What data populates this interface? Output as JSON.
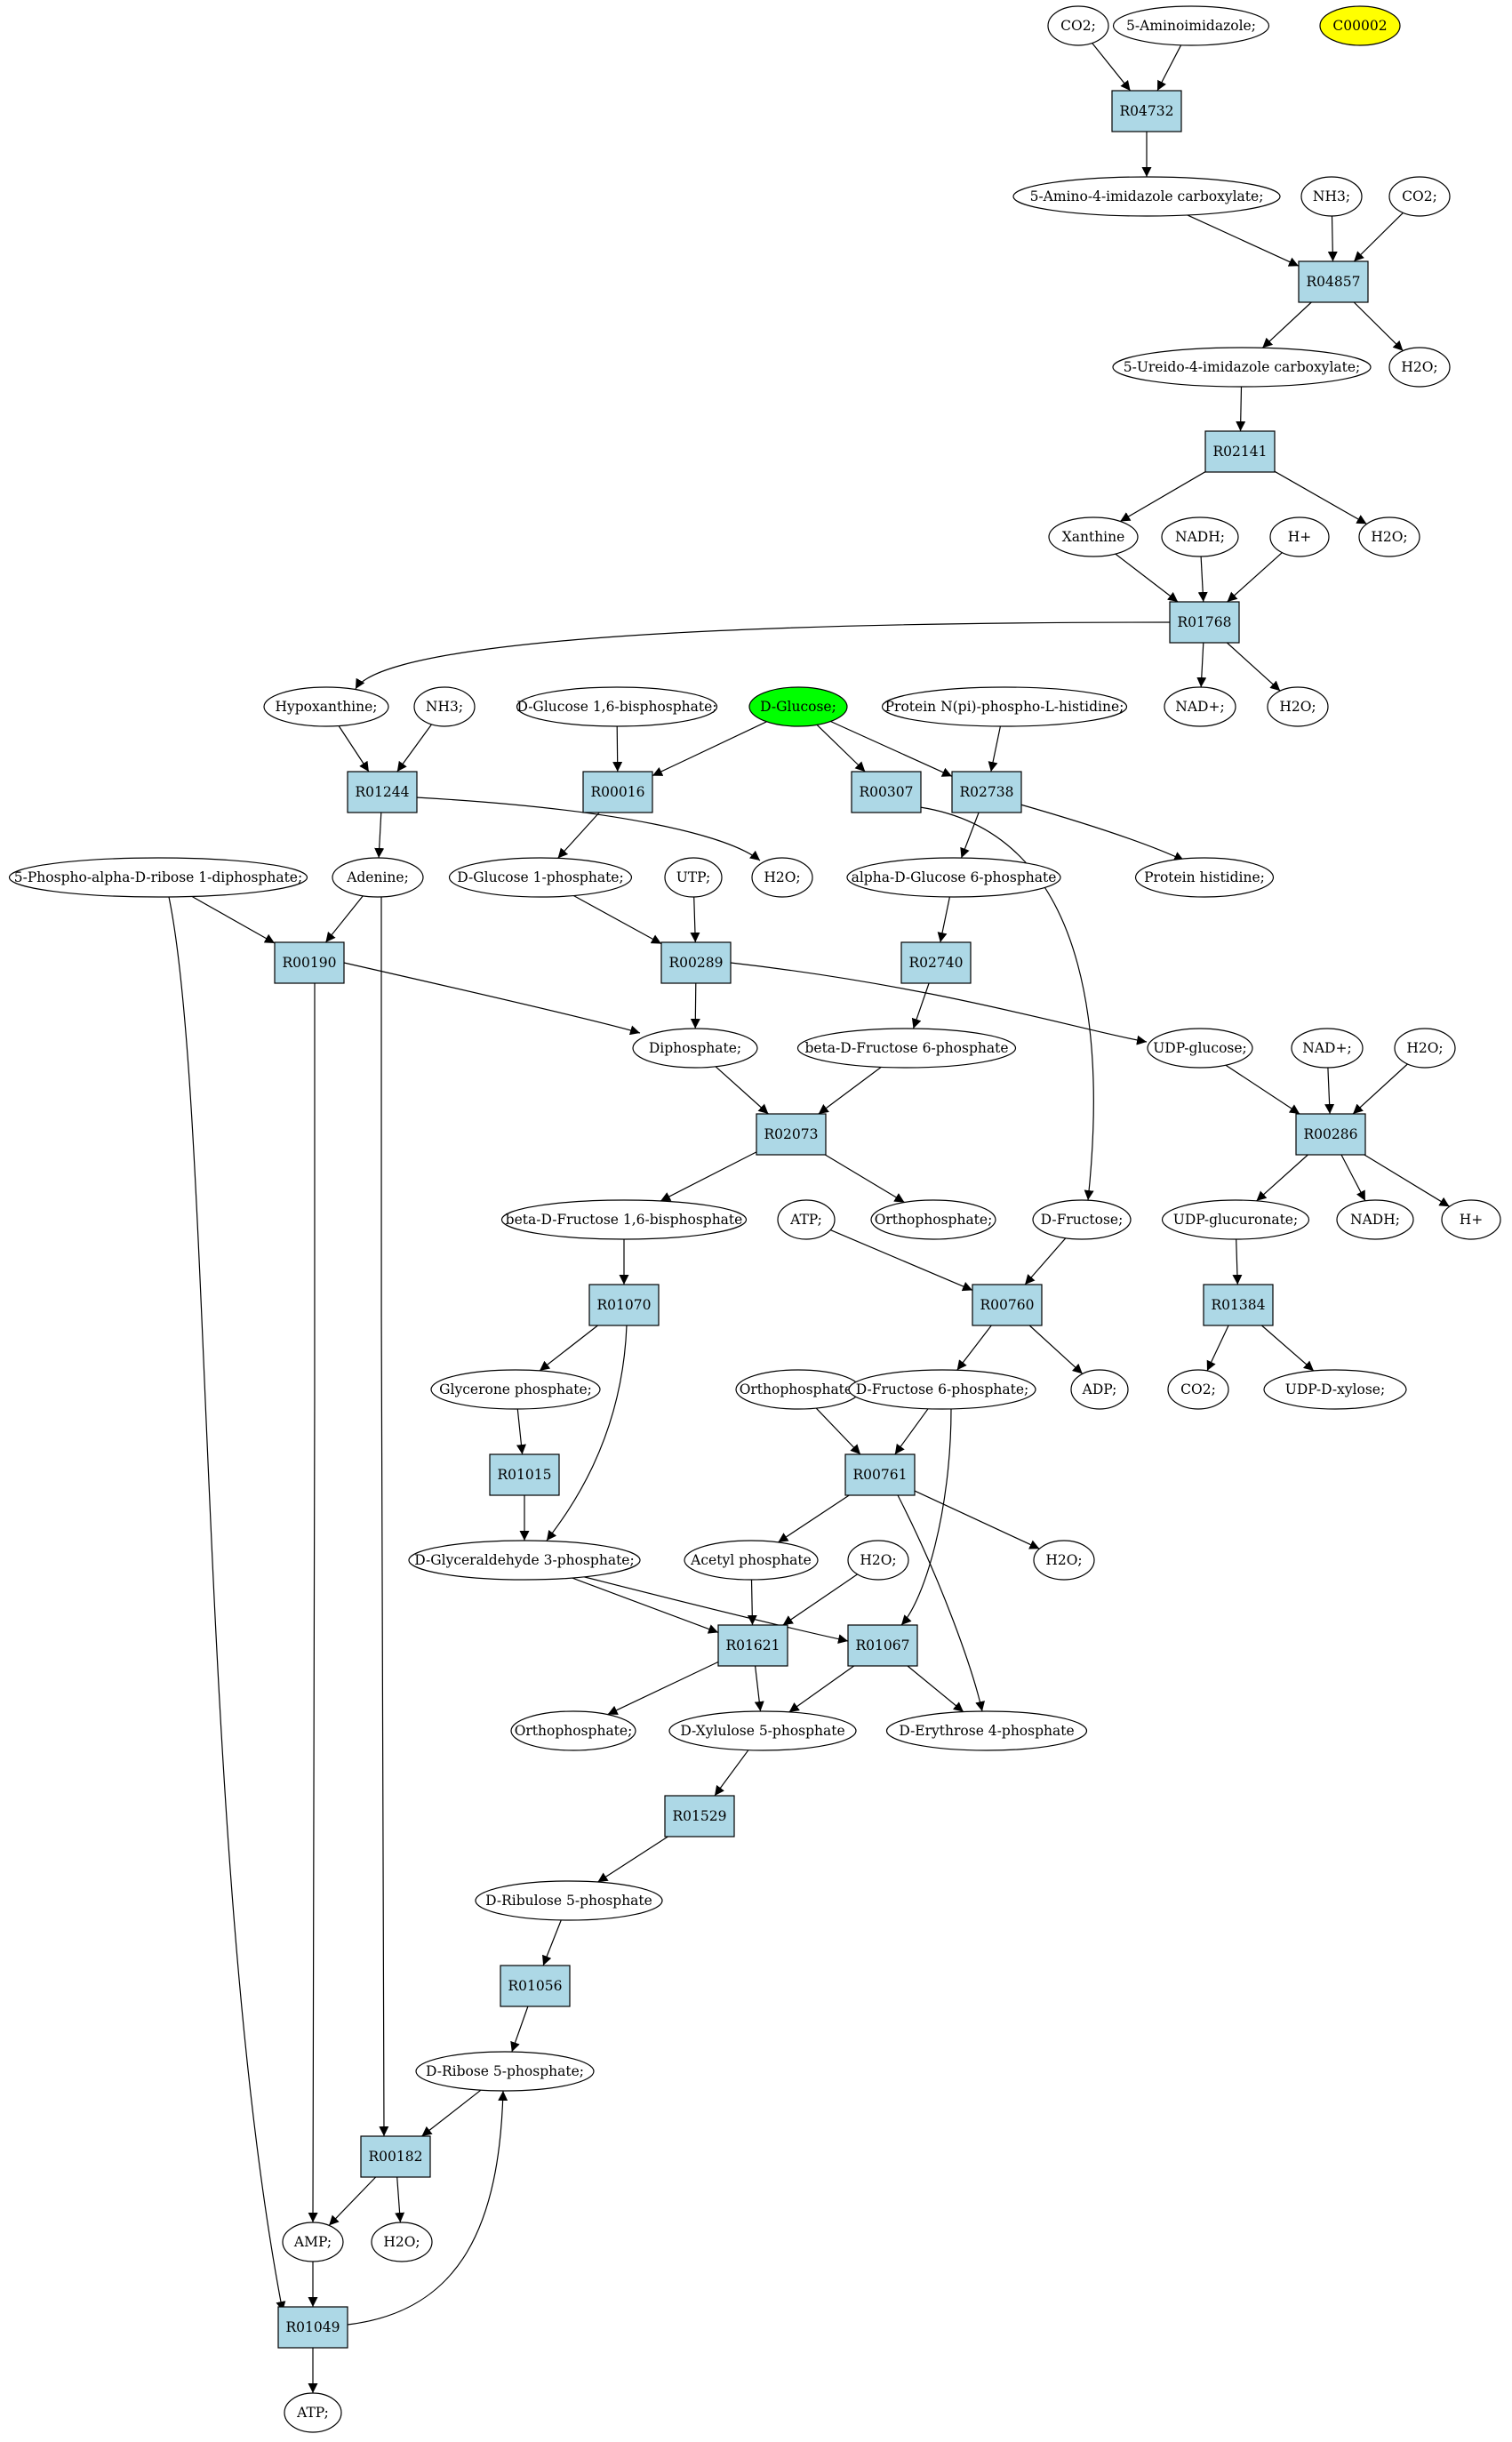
{
  "colors": {
    "reaction_fill": "#add8e6",
    "compound_fill": "#ffffff",
    "d_glucose_fill": "#00ff00",
    "c00002_fill": "#ffff00",
    "stroke": "#000000"
  },
  "nodes": [
    {
      "id": "co2_a",
      "label": "CO2;",
      "kind": "compound"
    },
    {
      "id": "aminoimidazole",
      "label": "5-Aminoimidazole;",
      "kind": "compound"
    },
    {
      "id": "c00002",
      "label": "C00002",
      "kind": "compound",
      "fill": "#ffff00"
    },
    {
      "id": "r04732",
      "label": "R04732",
      "kind": "reaction"
    },
    {
      "id": "amino_imidazole_carboxylate",
      "label": "5-Amino-4-imidazole carboxylate;",
      "kind": "compound"
    },
    {
      "id": "nh3_a",
      "label": "NH3;",
      "kind": "compound"
    },
    {
      "id": "co2_b",
      "label": "CO2;",
      "kind": "compound"
    },
    {
      "id": "r04857",
      "label": "R04857",
      "kind": "reaction"
    },
    {
      "id": "ureido_imidazole_carboxylate",
      "label": "5-Ureido-4-imidazole carboxylate;",
      "kind": "compound"
    },
    {
      "id": "h2o_a",
      "label": "H2O;",
      "kind": "compound"
    },
    {
      "id": "r02141",
      "label": "R02141",
      "kind": "reaction"
    },
    {
      "id": "xanthine",
      "label": "Xanthine",
      "kind": "compound"
    },
    {
      "id": "nadh_a",
      "label": "NADH;",
      "kind": "compound"
    },
    {
      "id": "hplus_a",
      "label": "H+",
      "kind": "compound"
    },
    {
      "id": "h2o_b",
      "label": "H2O;",
      "kind": "compound"
    },
    {
      "id": "r01768",
      "label": "R01768",
      "kind": "reaction"
    },
    {
      "id": "hypoxanthine",
      "label": "Hypoxanthine;",
      "kind": "compound"
    },
    {
      "id": "nh3_b",
      "label": "NH3;",
      "kind": "compound"
    },
    {
      "id": "dglucose_bisphosphate",
      "label": "D-Glucose 1,6-bisphosphate;",
      "kind": "compound"
    },
    {
      "id": "dglucose",
      "label": "D-Glucose;",
      "kind": "compound",
      "fill": "#00ff00"
    },
    {
      "id": "protein_phospho_histidine",
      "label": "Protein N(pi)-phospho-L-histidine;",
      "kind": "compound"
    },
    {
      "id": "nadplus_a",
      "label": "NAD+;",
      "kind": "compound"
    },
    {
      "id": "h2o_c",
      "label": "H2O;",
      "kind": "compound"
    },
    {
      "id": "r01244",
      "label": "R01244",
      "kind": "reaction"
    },
    {
      "id": "r00016",
      "label": "R00016",
      "kind": "reaction"
    },
    {
      "id": "r00307",
      "label": "R00307",
      "kind": "reaction"
    },
    {
      "id": "r02738",
      "label": "R02738",
      "kind": "reaction"
    },
    {
      "id": "prpp",
      "label": "5-Phospho-alpha-D-ribose 1-diphosphate;",
      "kind": "compound"
    },
    {
      "id": "adenine",
      "label": "Adenine;",
      "kind": "compound"
    },
    {
      "id": "dglucose_1p",
      "label": "D-Glucose 1-phosphate;",
      "kind": "compound"
    },
    {
      "id": "utp",
      "label": "UTP;",
      "kind": "compound"
    },
    {
      "id": "h2o_d",
      "label": "H2O;",
      "kind": "compound"
    },
    {
      "id": "alpha_glucose_6p",
      "label": "alpha-D-Glucose 6-phosphate",
      "kind": "compound"
    },
    {
      "id": "protein_histidine",
      "label": "Protein histidine;",
      "kind": "compound"
    },
    {
      "id": "r00190",
      "label": "R00190",
      "kind": "reaction"
    },
    {
      "id": "r00289",
      "label": "R00289",
      "kind": "reaction"
    },
    {
      "id": "r02740",
      "label": "R02740",
      "kind": "reaction"
    },
    {
      "id": "diphosphate",
      "label": "Diphosphate;",
      "kind": "compound"
    },
    {
      "id": "beta_fructose_6p",
      "label": "beta-D-Fructose 6-phosphate",
      "kind": "compound"
    },
    {
      "id": "udp_glucose",
      "label": "UDP-glucose;",
      "kind": "compound"
    },
    {
      "id": "nadplus_b",
      "label": "NAD+;",
      "kind": "compound"
    },
    {
      "id": "h2o_e",
      "label": "H2O;",
      "kind": "compound"
    },
    {
      "id": "r02073",
      "label": "R02073",
      "kind": "reaction"
    },
    {
      "id": "r00286",
      "label": "R00286",
      "kind": "reaction"
    },
    {
      "id": "beta_fructose_16bp",
      "label": "beta-D-Fructose 1,6-bisphosphate",
      "kind": "compound"
    },
    {
      "id": "orthophosphate_a",
      "label": "Orthophosphate;",
      "kind": "compound"
    },
    {
      "id": "atp_a",
      "label": "ATP;",
      "kind": "compound"
    },
    {
      "id": "dfructose",
      "label": "D-Fructose;",
      "kind": "compound"
    },
    {
      "id": "udp_glucuronate",
      "label": "UDP-glucuronate;",
      "kind": "compound"
    },
    {
      "id": "nadh_b",
      "label": "NADH;",
      "kind": "compound"
    },
    {
      "id": "hplus_b",
      "label": "H+",
      "kind": "compound"
    },
    {
      "id": "r01070",
      "label": "R01070",
      "kind": "reaction"
    },
    {
      "id": "r00760",
      "label": "R00760",
      "kind": "reaction"
    },
    {
      "id": "r01384",
      "label": "R01384",
      "kind": "reaction"
    },
    {
      "id": "glycerone_phosphate",
      "label": "Glycerone phosphate;",
      "kind": "compound"
    },
    {
      "id": "orthophosphate_b",
      "label": "Orthophosphate;",
      "kind": "compound"
    },
    {
      "id": "dfructose_6p",
      "label": "D-Fructose 6-phosphate;",
      "kind": "compound"
    },
    {
      "id": "adp",
      "label": "ADP;",
      "kind": "compound"
    },
    {
      "id": "co2_c",
      "label": "CO2;",
      "kind": "compound"
    },
    {
      "id": "udp_xylose",
      "label": "UDP-D-xylose;",
      "kind": "compound"
    },
    {
      "id": "r01015",
      "label": "R01015",
      "kind": "reaction"
    },
    {
      "id": "r00761",
      "label": "R00761",
      "kind": "reaction"
    },
    {
      "id": "glyceraldehyde_3p",
      "label": "D-Glyceraldehyde 3-phosphate;",
      "kind": "compound"
    },
    {
      "id": "acetyl_phosphate",
      "label": "Acetyl phosphate",
      "kind": "compound"
    },
    {
      "id": "h2o_f",
      "label": "H2O;",
      "kind": "compound"
    },
    {
      "id": "h2o_g",
      "label": "H2O;",
      "kind": "compound"
    },
    {
      "id": "r01621",
      "label": "R01621",
      "kind": "reaction"
    },
    {
      "id": "r01067",
      "label": "R01067",
      "kind": "reaction"
    },
    {
      "id": "orthophosphate_c",
      "label": "Orthophosphate;",
      "kind": "compound"
    },
    {
      "id": "dxylulose_5p",
      "label": "D-Xylulose 5-phosphate",
      "kind": "compound"
    },
    {
      "id": "derythrose_4p",
      "label": "D-Erythrose 4-phosphate",
      "kind": "compound"
    },
    {
      "id": "r01529",
      "label": "R01529",
      "kind": "reaction"
    },
    {
      "id": "dribulose_5p",
      "label": "D-Ribulose 5-phosphate",
      "kind": "compound"
    },
    {
      "id": "r01056",
      "label": "R01056",
      "kind": "reaction"
    },
    {
      "id": "dribose_5p",
      "label": "D-Ribose 5-phosphate;",
      "kind": "compound"
    },
    {
      "id": "r00182",
      "label": "R00182",
      "kind": "reaction"
    },
    {
      "id": "amp",
      "label": "AMP;",
      "kind": "compound"
    },
    {
      "id": "h2o_h",
      "label": "H2O;",
      "kind": "compound"
    },
    {
      "id": "r01049",
      "label": "R01049",
      "kind": "reaction"
    },
    {
      "id": "atp_b",
      "label": "ATP;",
      "kind": "compound"
    }
  ],
  "edges": [
    [
      "co2_a",
      "r04732"
    ],
    [
      "aminoimidazole",
      "r04732"
    ],
    [
      "r04732",
      "amino_imidazole_carboxylate"
    ],
    [
      "amino_imidazole_carboxylate",
      "r04857"
    ],
    [
      "nh3_a",
      "r04857"
    ],
    [
      "co2_b",
      "r04857"
    ],
    [
      "r04857",
      "ureido_imidazole_carboxylate"
    ],
    [
      "r04857",
      "h2o_a"
    ],
    [
      "ureido_imidazole_carboxylate",
      "r02141"
    ],
    [
      "r02141",
      "xanthine"
    ],
    [
      "r02141",
      "h2o_b"
    ],
    [
      "xanthine",
      "r01768"
    ],
    [
      "nadh_a",
      "r01768"
    ],
    [
      "hplus_a",
      "r01768"
    ],
    [
      "r01768",
      "hypoxanthine"
    ],
    [
      "r01768",
      "nadplus_a"
    ],
    [
      "r01768",
      "h2o_c"
    ],
    [
      "hypoxanthine",
      "r01244"
    ],
    [
      "nh3_b",
      "r01244"
    ],
    [
      "r01244",
      "adenine"
    ],
    [
      "r01244",
      "h2o_d"
    ],
    [
      "dglucose_bisphosphate",
      "r00016"
    ],
    [
      "dglucose",
      "r00016"
    ],
    [
      "dglucose",
      "r00307"
    ],
    [
      "dglucose",
      "r02738"
    ],
    [
      "protein_phospho_histidine",
      "r02738"
    ],
    [
      "r00016",
      "dglucose_1p"
    ],
    [
      "r02738",
      "alpha_glucose_6p"
    ],
    [
      "r02738",
      "protein_histidine"
    ],
    [
      "r00307",
      "dfructose"
    ],
    [
      "prpp",
      "r00190"
    ],
    [
      "prpp",
      "r01049"
    ],
    [
      "adenine",
      "r00190"
    ],
    [
      "adenine",
      "r00182"
    ],
    [
      "r00190",
      "amp"
    ],
    [
      "r00190",
      "diphosphate"
    ],
    [
      "dglucose_1p",
      "r00289"
    ],
    [
      "utp",
      "r00289"
    ],
    [
      "r00289",
      "diphosphate"
    ],
    [
      "r00289",
      "udp_glucose"
    ],
    [
      "alpha_glucose_6p",
      "r02740"
    ],
    [
      "r02740",
      "beta_fructose_6p"
    ],
    [
      "diphosphate",
      "r02073"
    ],
    [
      "beta_fructose_6p",
      "r02073"
    ],
    [
      "r02073",
      "beta_fructose_16bp"
    ],
    [
      "r02073",
      "orthophosphate_a"
    ],
    [
      "udp_glucose",
      "r00286"
    ],
    [
      "nadplus_b",
      "r00286"
    ],
    [
      "h2o_e",
      "r00286"
    ],
    [
      "r00286",
      "udp_glucuronate"
    ],
    [
      "r00286",
      "nadh_b"
    ],
    [
      "r00286",
      "hplus_b"
    ],
    [
      "beta_fructose_16bp",
      "r01070"
    ],
    [
      "r01070",
      "glycerone_phosphate"
    ],
    [
      "r01070",
      "glyceraldehyde_3p"
    ],
    [
      "atp_a",
      "r00760"
    ],
    [
      "dfructose",
      "r00760"
    ],
    [
      "r00760",
      "dfructose_6p"
    ],
    [
      "r00760",
      "adp"
    ],
    [
      "udp_glucuronate",
      "r01384"
    ],
    [
      "r01384",
      "co2_c"
    ],
    [
      "r01384",
      "udp_xylose"
    ],
    [
      "glycerone_phosphate",
      "r01015"
    ],
    [
      "r01015",
      "glyceraldehyde_3p"
    ],
    [
      "orthophosphate_b",
      "r00761"
    ],
    [
      "dfructose_6p",
      "r00761"
    ],
    [
      "dfructose_6p",
      "r01067"
    ],
    [
      "r00761",
      "acetyl_phosphate"
    ],
    [
      "r00761",
      "h2o_f"
    ],
    [
      "r00761",
      "derythrose_4p"
    ],
    [
      "glyceraldehyde_3p",
      "r01621"
    ],
    [
      "glyceraldehyde_3p",
      "r01067"
    ],
    [
      "acetyl_phosphate",
      "r01621"
    ],
    [
      "h2o_g",
      "r01621"
    ],
    [
      "r01621",
      "orthophosphate_c"
    ],
    [
      "r01621",
      "dxylulose_5p"
    ],
    [
      "r01067",
      "dxylulose_5p"
    ],
    [
      "r01067",
      "derythrose_4p"
    ],
    [
      "dxylulose_5p",
      "r01529"
    ],
    [
      "r01529",
      "dribulose_5p"
    ],
    [
      "dribulose_5p",
      "r01056"
    ],
    [
      "r01056",
      "dribose_5p"
    ],
    [
      "dribose_5p",
      "r00182"
    ],
    [
      "r00182",
      "amp"
    ],
    [
      "r00182",
      "h2o_h"
    ],
    [
      "amp",
      "r01049"
    ],
    [
      "r01049",
      "dribose_5p"
    ],
    [
      "r01049",
      "atp_b"
    ]
  ]
}
